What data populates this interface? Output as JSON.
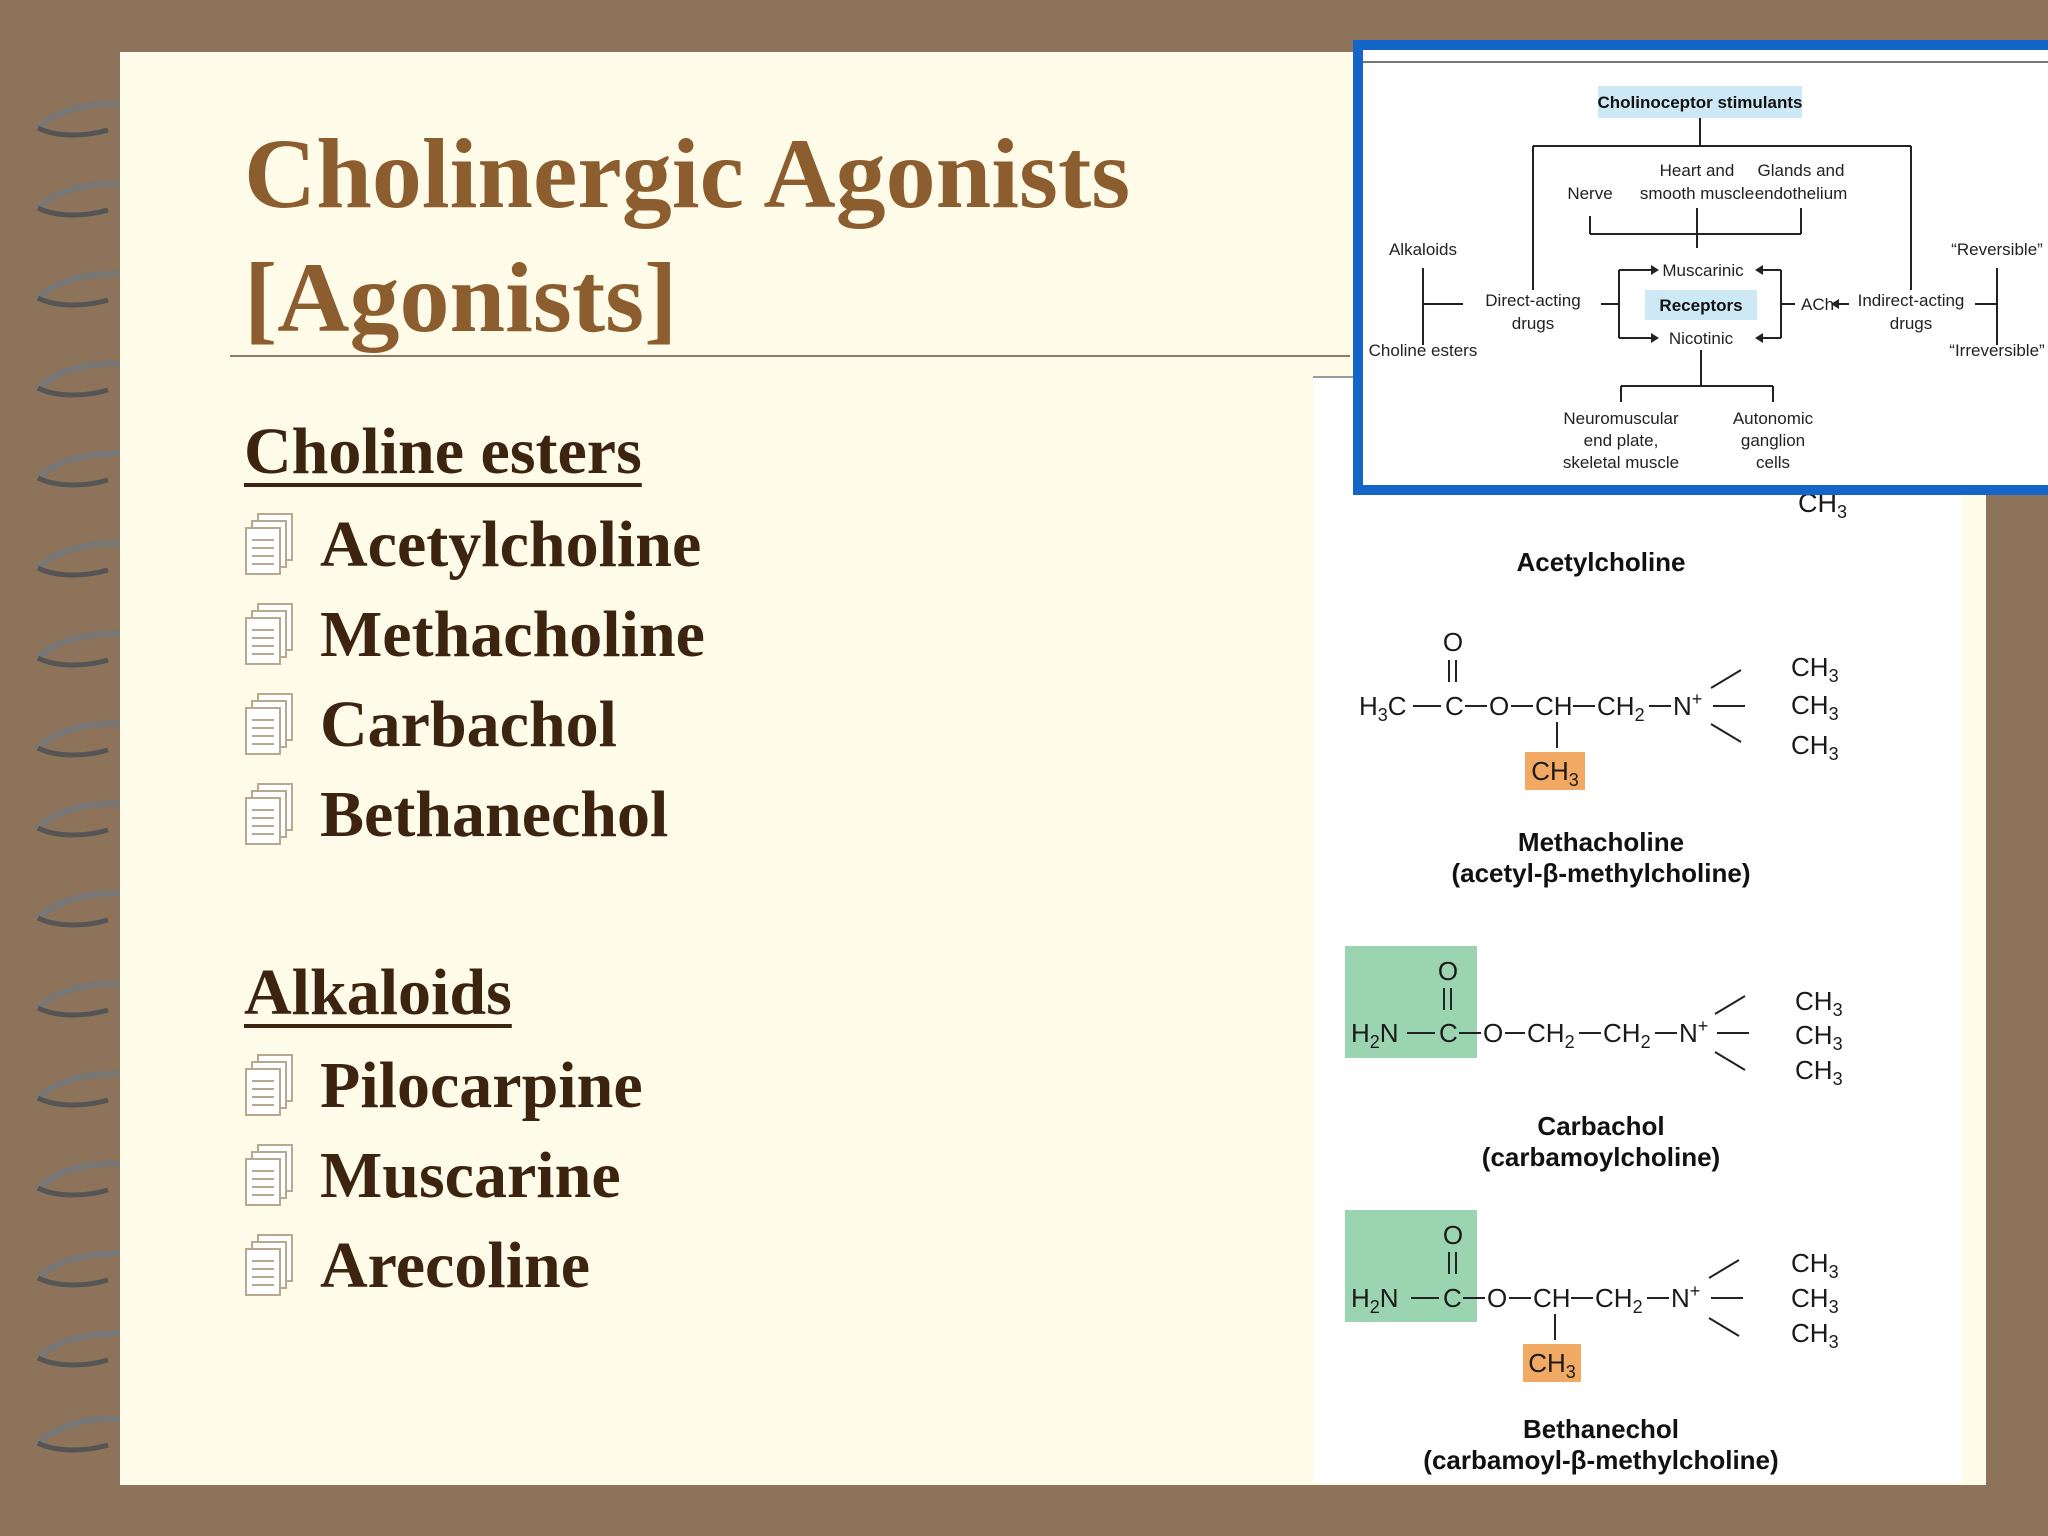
{
  "slide": {
    "title_line1": "Cholinergic Agonists",
    "title_line2": "[Agonists]",
    "sections": [
      {
        "heading": "Choline esters",
        "items": [
          "Acetylcholine",
          "Methacholine",
          "Carbachol",
          "Bethanechol"
        ]
      },
      {
        "heading": "Alkaloids",
        "items": [
          "Pilocarpine",
          "Muscarine",
          "Arecoline"
        ]
      }
    ],
    "bullet_icon": "stacked-pages-icon",
    "colors": {
      "background": "#8d735a",
      "page": "#fffbe9",
      "title": "#8c5d2e",
      "text": "#3d2410",
      "inset_border": "#1565c8",
      "highlight_orange": "#f2a964",
      "highlight_green": "#9bd4b0",
      "label_blue": "#cde9f6"
    }
  },
  "structures": {
    "acetylcholine": {
      "ch3": "CH3",
      "name": "Acetylcholine"
    },
    "methacholine": {
      "name": "Methacholine",
      "subname": "(acetyl-β-methylcholine)"
    },
    "carbachol": {
      "name": "Carbachol",
      "subname": "(carbamoylcholine)"
    },
    "bethanechol": {
      "name": "Bethanechol",
      "subname": "(carbamoyl-β-methylcholine)"
    }
  },
  "diagram": {
    "title": "Cholinoceptor stimulants",
    "heart": "Heart and",
    "smooth": "smooth muscle",
    "glands": "Glands and",
    "endothelium": "endothelium",
    "nerve": "Nerve",
    "alkaloids": "Alkaloids",
    "choline_esters": "Choline esters",
    "direct1": "Direct-acting",
    "direct2": "drugs",
    "muscarinic": "Muscarinic",
    "receptors": "Receptors",
    "nicotinic": "Nicotinic",
    "ach": "ACh",
    "indirect1": "Indirect-acting",
    "indirect2": "drugs",
    "reversible": "“Reversible”",
    "irreversible": "“Irreversible”",
    "nm1": "Neuromuscular",
    "nm2": "end plate,",
    "nm3": "skeletal muscle",
    "ag1": "Autonomic",
    "ag2": "ganglion",
    "ag3": "cells"
  }
}
